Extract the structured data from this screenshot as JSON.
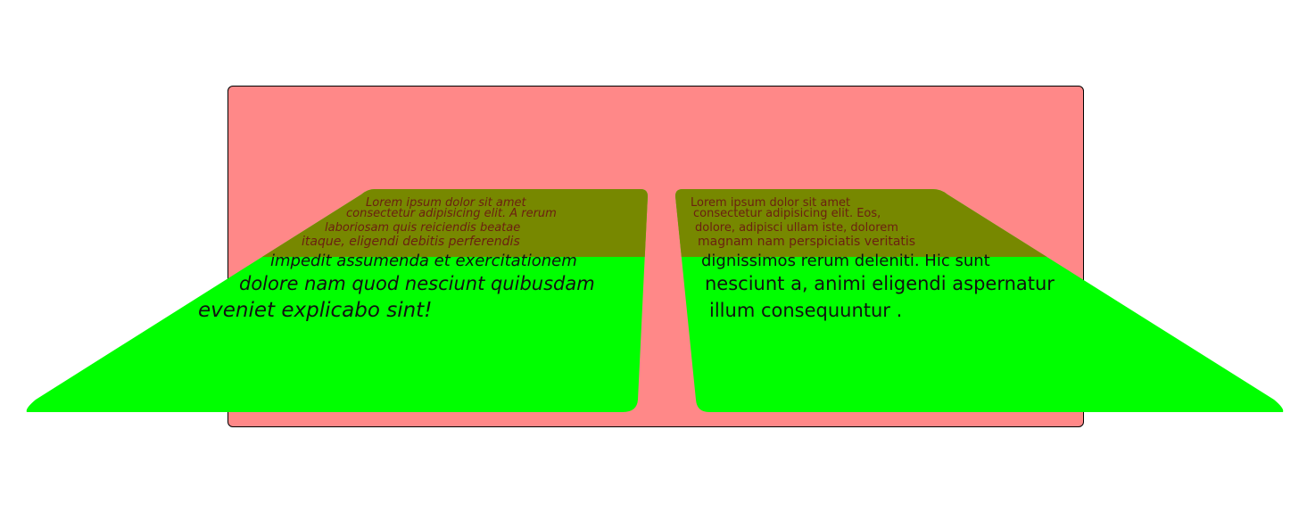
{
  "container": {
    "background": "#ff8888",
    "border": "#000000"
  },
  "colors": {
    "card": "#00ff00",
    "card_overlap": "#778800",
    "text": "#111111",
    "text_faded": "#6b1f10"
  },
  "cards": [
    {
      "lines": [
        "Lorem ipsum dolor sit amet",
        "consectetur adipisicing elit. A rerum",
        "laboriosam quis reiciendis beatae",
        "itaque, eligendi debitis perferendis",
        "impedit assumenda et exercitationem",
        "dolore nam quod nesciunt quibusdam",
        "eveniet explicabo sint!"
      ]
    },
    {
      "lines": [
        "Lorem ipsum dolor sit amet",
        "consectetur adipisicing elit. Eos,",
        "dolore, adipisci ullam iste, dolorem",
        "magnam nam perspiciatis veritatis",
        "dignissimos rerum deleniti. Hic sunt",
        "nesciunt a, animi eligendi aspernatur",
        "illum consequuntur ."
      ]
    }
  ]
}
